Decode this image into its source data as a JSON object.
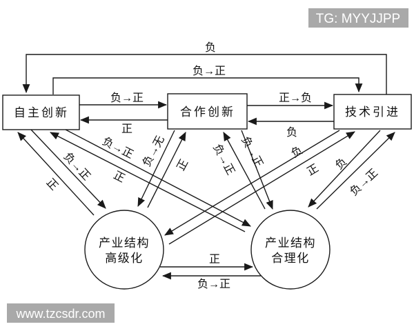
{
  "watermarks": {
    "tg_badge": "TG: MYYJJPP",
    "site": "www.tzcsdr.com"
  },
  "diagram": {
    "description_colors": {
      "line": "#1a1a1a",
      "badge_bg": "#a9a9a9",
      "badge_text": "#ffffff"
    },
    "nodes": {
      "a": {
        "label": "自主创新",
        "shape": "box"
      },
      "b": {
        "label": "合作创新",
        "shape": "box"
      },
      "c": {
        "label": "技术引进",
        "shape": "box"
      },
      "d": {
        "line1": "产业结构",
        "line2": "高级化",
        "shape": "circle"
      },
      "e": {
        "line1": "产业结构",
        "line2": "合理化",
        "shape": "circle"
      }
    },
    "edges": {
      "c_to_a": {
        "from": "技术引进",
        "to": "自主创新",
        "label": "负"
      },
      "a_to_c": {
        "from": "自主创新",
        "to": "技术引进",
        "label": "负→正"
      },
      "a_to_b": {
        "from": "自主创新",
        "to": "合作创新",
        "label": "负→正"
      },
      "b_to_a": {
        "from": "合作创新",
        "to": "自主创新",
        "label": "正"
      },
      "b_to_c": {
        "from": "合作创新",
        "to": "技术引进",
        "label": "正→负"
      },
      "c_to_b": {
        "from": "技术引进",
        "to": "合作创新",
        "label": "负"
      },
      "d_to_e": {
        "from": "产业结构高级化",
        "to": "产业结构合理化",
        "label": "正"
      },
      "e_to_d": {
        "from": "产业结构合理化",
        "to": "产业结构高级化",
        "label": "负→正"
      },
      "a_to_d": {
        "from": "自主创新",
        "to": "产业结构高级化",
        "label": "负→正"
      },
      "d_to_a": {
        "from": "产业结构高级化",
        "to": "自主创新",
        "label": "正"
      },
      "a_to_e": {
        "from": "自主创新",
        "to": "产业结构合理化",
        "label": "负→正"
      },
      "e_to_a": {
        "from": "产业结构合理化",
        "to": "自主创新",
        "label": "正"
      },
      "b_to_d": {
        "from": "合作创新",
        "to": "产业结构高级化",
        "label": "负→无"
      },
      "d_to_b": {
        "from": "产业结构高级化",
        "to": "合作创新",
        "label": "正"
      },
      "b_to_e": {
        "from": "合作创新",
        "to": "产业结构合理化",
        "label": "负→正"
      },
      "e_to_b": {
        "from": "产业结构合理化",
        "to": "合作创新",
        "label": "负→正"
      },
      "c_to_d": {
        "from": "技术引进",
        "to": "产业结构高级化",
        "label": "负"
      },
      "d_to_c": {
        "from": "产业结构高级化",
        "to": "技术引进",
        "label": "正"
      },
      "c_to_e": {
        "from": "技术引进",
        "to": "产业结构合理化",
        "label": "负"
      },
      "e_to_c": {
        "from": "产业结构合理化",
        "to": "技术引进",
        "label": "负→正"
      }
    }
  }
}
